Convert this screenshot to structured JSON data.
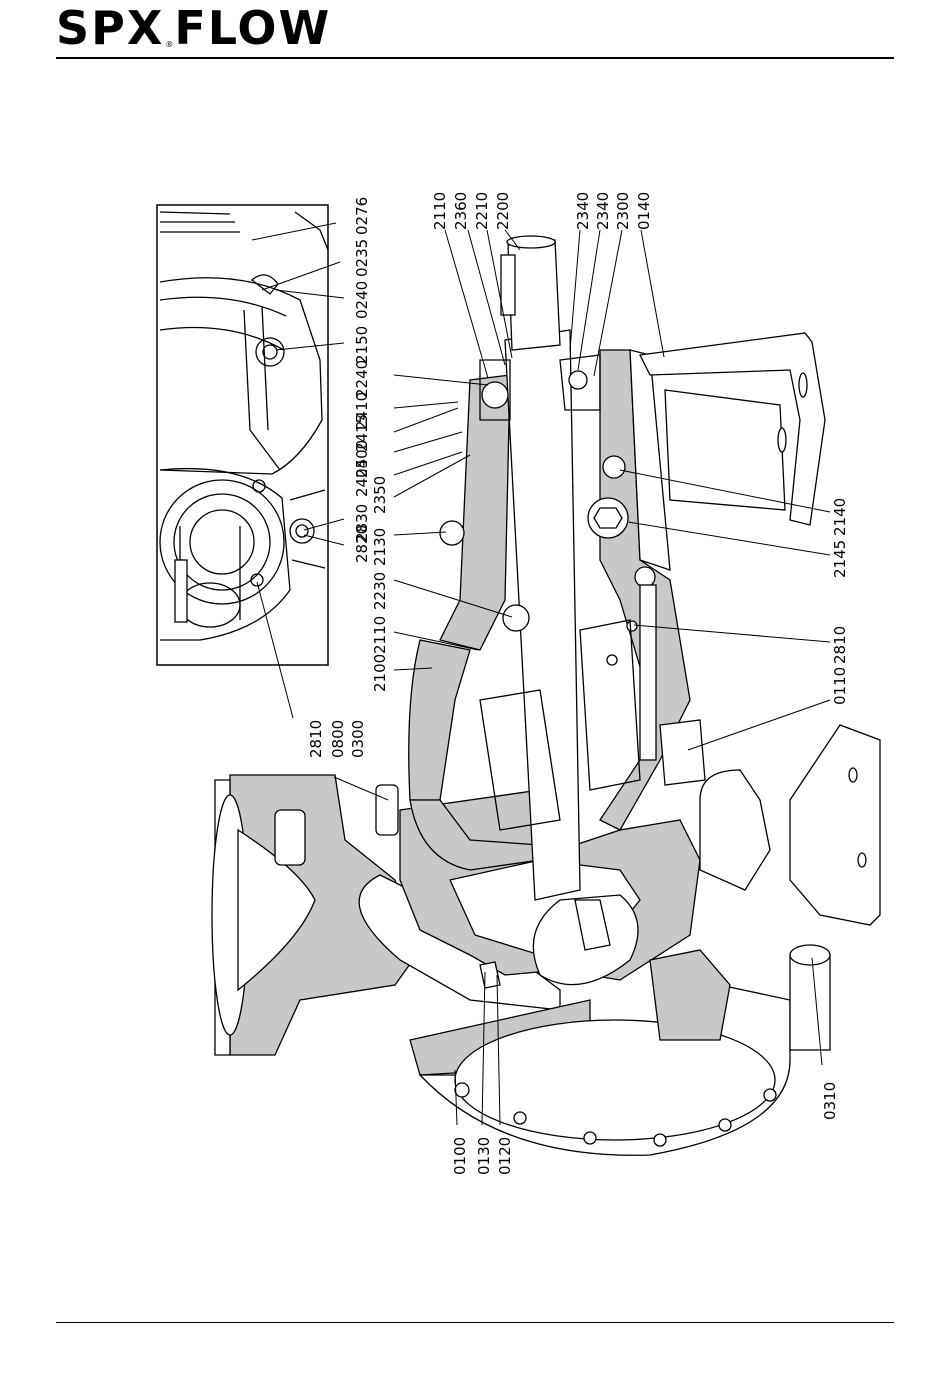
{
  "brand": {
    "logo_text": "SPXFLOW",
    "logo_main": "SPX",
    "logo_rest": "FLOW",
    "registered": "®"
  },
  "labels": {
    "l0276": "0276",
    "l0235": "0235",
    "l0240": "0240",
    "l2150": "2150",
    "l2240": "2240",
    "l2410": "2410",
    "l2415": "2415",
    "l2400": "2400",
    "l2405": "2405",
    "l2350": "2350",
    "l2830": "2830",
    "l2820": "2820",
    "l2130": "2130",
    "l2230": "2230",
    "l2110b": "2110",
    "l2100": "2100",
    "l2810a": "2810",
    "l0800": "0800",
    "l0300": "0300",
    "l2110a": "2110",
    "l2360": "2360",
    "l2210": "2210",
    "l2200": "2200",
    "l2340a": "2340",
    "l2340b": "2340",
    "l2300": "2300",
    "l0140": "0140",
    "l2140": "2140",
    "l2145": "2145",
    "l2810b": "2810",
    "l0110": "0110",
    "l0310": "0310",
    "l0100": "0100",
    "l0130": "0130",
    "l0120": "0120"
  }
}
